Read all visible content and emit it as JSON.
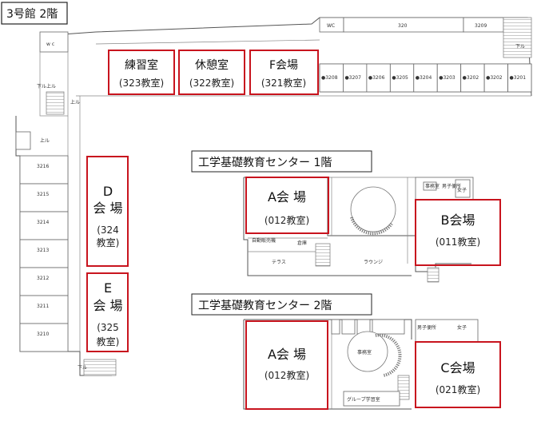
{
  "building_label": "3号館 2階",
  "center_floor1_title": "工学基礎教育センター 1階",
  "center_floor2_title": "工学基礎教育センター 2階",
  "rooms_top": {
    "wc_right": "WC",
    "r3320": "320",
    "r3209": "3209",
    "row": [
      "3208",
      "3207",
      "3206",
      "3205",
      "3204",
      "3203",
      "3202",
      "3202",
      "3201"
    ],
    "stair_label_top": "下ル"
  },
  "left_wing": {
    "wc": "w c",
    "stair_labels": [
      "下ル上ル",
      "上ル",
      "上ル"
    ],
    "rooms": [
      "3216",
      "3215",
      "3214",
      "3213",
      "3212",
      "3211",
      "3210"
    ],
    "bottom_label": "下ル"
  },
  "venues_top": [
    {
      "name": "練習室",
      "room": "(323教室)"
    },
    {
      "name": "休憩室",
      "room": "(322教室)"
    },
    {
      "name": "F会場",
      "room": "(321教室)"
    }
  ],
  "venue_d": {
    "letter": "D",
    "kai": "会 場",
    "room1": "(324",
    "room2": "教室)"
  },
  "venue_e": {
    "letter": "E",
    "kai": "会 場",
    "room1": "(325",
    "room2": "教室)"
  },
  "floor1": {
    "a_title": "A会 場",
    "a_room": "(012教室)",
    "b_title": "B会場",
    "b_room": "(011教室)",
    "small_labels": [
      "事務室",
      "男子便所",
      "女子",
      "テラス",
      "ラウンジ",
      "自動販売機",
      "倉庫"
    ]
  },
  "floor2": {
    "a_title": "A会 場",
    "a_room": "(012教室)",
    "c_title": "C会場",
    "c_room": "(021教室)",
    "small_labels": [
      "事務室",
      "男子便所",
      "女子",
      "グループ学習室"
    ]
  }
}
